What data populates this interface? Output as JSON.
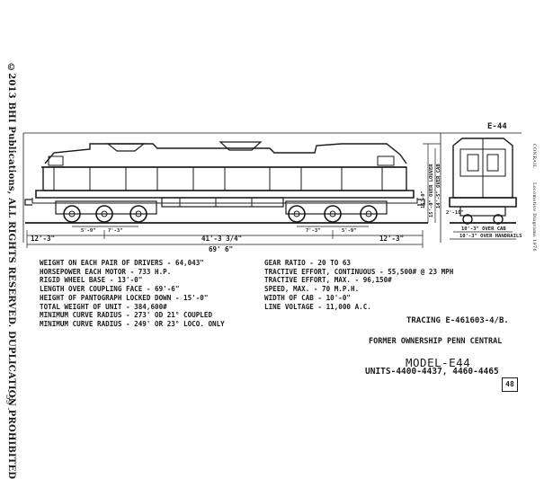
{
  "copyright": "©2013 BHI Publications, ALL RIGHTS RESERVED. DUPLICATION PROHIBITED",
  "page_number": "- 59 -",
  "right_margin": [
    "CONRAIL",
    "Locomotive Diagrams 1976"
  ],
  "diagram_code": "E-44",
  "dimensions": {
    "wheel_base_left": "12'-3\"",
    "axle_spacing_a": "5'-9\"",
    "truck_spacing_a": "7'-3\"",
    "axle_spacing_b": "5'-9\"",
    "truck_spacing_b": "7'-3\"",
    "center_span": "41'-3 3/4\"",
    "wheel_base_right": "12'-3\"",
    "overall_length": "69' 6\"",
    "height_main": "15'-0\" OVER LOUVER",
    "height_cab": "14'-5\" OVER CAB",
    "height_b": "15'-0\"",
    "height_low": "2'-10\"",
    "end_width_a": "10'-3\" OVER CAB",
    "end_width_b": "10'-3\" OVER HANDRAILS"
  },
  "specs_left": [
    "WEIGHT ON EACH PAIR OF DRIVERS - 64,043\"",
    "HORSEPOWER EACH MOTOR - 733 H.P.",
    "RIGID WHEEL BASE - 13'-0\"",
    "LENGTH OVER COUPLING FACE - 69'-6\"",
    "HEIGHT OF PANTOGRAPH LOCKED DOWN - 15'-0\"",
    "TOTAL WEIGHT OF UNIT - 384,600#",
    "MINIMUM CURVE RADIUS - 273' OD 21° COUPLED",
    "MINIMUM CURVE RADIUS - 249' OR 23° LOCO. ONLY"
  ],
  "specs_right": [
    "GEAR RATIO - 20 TO 63",
    "TRACTIVE EFFORT, CONTINUOUS - 55,500# @ 23 MPH",
    "TRACTIVE EFFORT, MAX. - 96,150#",
    "SPEED, MAX. - 70 M.P.H.",
    "WIDTH OF CAB - 10'-0\"",
    "LINE VOLTAGE - 11,000 A.C."
  ],
  "tracing": "TRACING E-461603-4/B.",
  "former_ownership": "FORMER OWNERSHIP PENN CENTRAL",
  "model": "MODEL-E44",
  "units": "UNITS-4400-4437, 4460-4465",
  "sheet_number": "48"
}
